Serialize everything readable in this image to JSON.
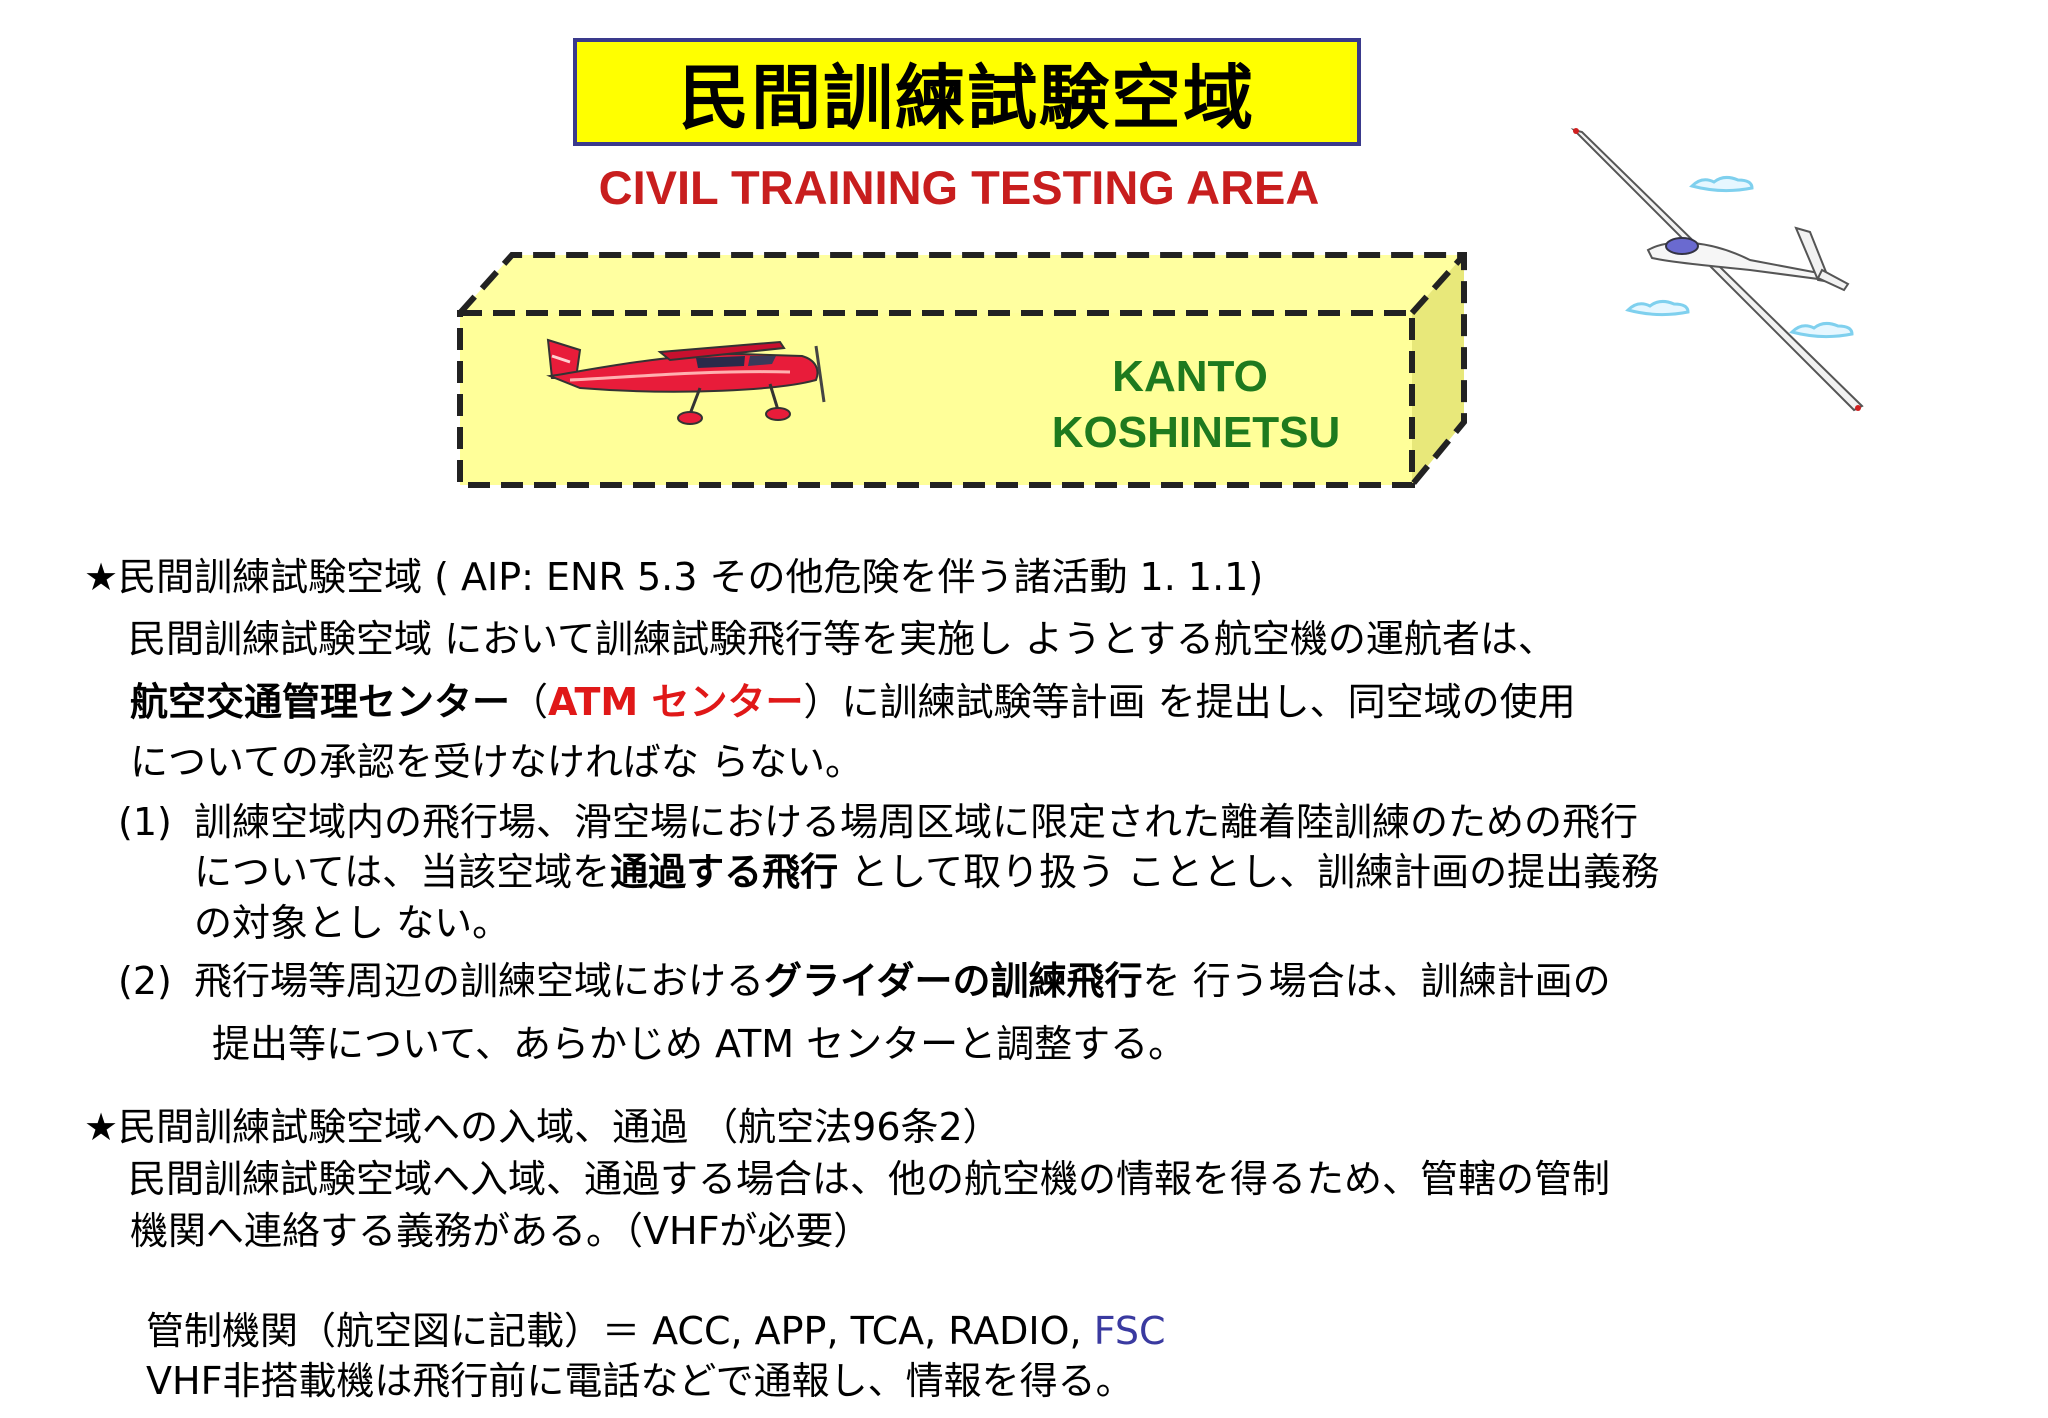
{
  "title": "民間訓練試験空域",
  "subtitle": "CIVIL TRAINING TESTING AREA",
  "box_label": {
    "line1": "KANTO",
    "line2": "KOSHINETSU"
  },
  "section1": {
    "heading": "★民間訓練試験空域 ( AIP: ENR 5.3 その他危険を伴う諸活動 1.  1.1)",
    "l1": "民間訓練試験空域 において訓練試験飛行等を実施し ようとする航空機の運航者は、",
    "l2_bold": "航空交通管理センター",
    "l2_paren_open": "（",
    "l2_red": "ATM センター",
    "l2_paren_close": "）",
    "l2_rest": "に訓練試験等計画 を提出し、同空域の使用",
    "l3": "についての承認を受けなければな らない。",
    "item1_num": "(1)",
    "item1_l1": "訓練空域内の飛行場、滑空場における場周区域に限定された離着陸訓練のための飛行",
    "item1_l2_a": "については、当該空域を",
    "item1_l2_bold": "通過する飛行",
    "item1_l2_b": " として取り扱う こととし、訓練計画の提出義務",
    "item1_l3": "の対象とし ない。",
    "item2_num": "(2)",
    "item2_l1_a": "飛行場等周辺の訓練空域における",
    "item2_l1_bold": "グライダーの訓練飛行",
    "item2_l1_b": "を 行う場合は、訓練計画の",
    "item2_l2": "提出等について、あらかじめ ATM センターと調整する。"
  },
  "section2": {
    "heading": "★民間訓練試験空域への入域、通過 （航空法96条2）",
    "l1": "民間訓練試験空域へ入域、通過する場合は、他の航空機の情報を得るため、管轄の管制",
    "l2": "機関へ連絡する義務がある。（VHFが必要）",
    "l3_a": "管制機関（航空図に記載）＝ ACC, APP, TCA, RADIO, ",
    "l3_fsc": "FSC",
    "l4": "VHF非搭載機は飛行前に電話などで通報し、情報を得る。"
  },
  "colors": {
    "title_bg": "#ffff00",
    "subtitle": "#c81e1e",
    "box_fill": "#ffff99",
    "kanto": "#1e7a1e",
    "atm_red": "#e01818",
    "fsc_blue": "#3a3aa0"
  }
}
